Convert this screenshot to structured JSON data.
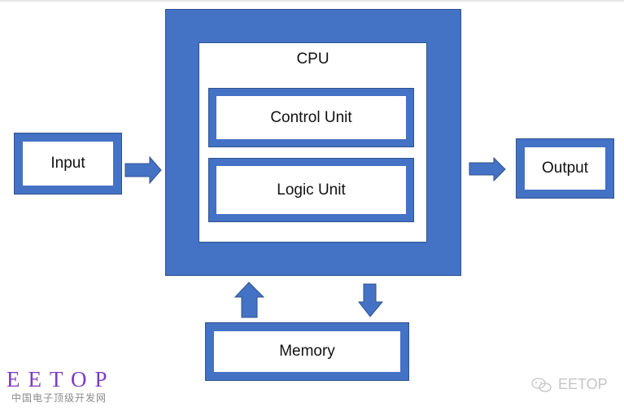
{
  "diagram": {
    "title": "CPU",
    "nodes": {
      "input": "Input",
      "output": "Output",
      "control_unit": "Control Unit",
      "logic_unit": "Logic Unit",
      "memory": "Memory"
    },
    "edges": [
      {
        "from": "Input",
        "to": "CPU"
      },
      {
        "from": "CPU",
        "to": "Output"
      },
      {
        "from": "Memory",
        "to": "CPU"
      },
      {
        "from": "CPU",
        "to": "Memory"
      }
    ],
    "colors": {
      "box_fill": "#4472c4",
      "box_edge": "#2f528f",
      "text": "#111111"
    }
  },
  "watermarks": {
    "left_brand": "EETOP",
    "left_subtitle": "中国电子顶级开发网",
    "right_icon": "wechat-icon",
    "right_brand": "EETOP"
  }
}
